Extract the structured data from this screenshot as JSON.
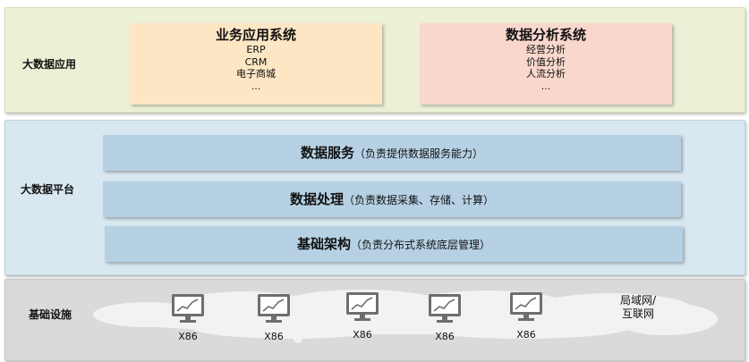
{
  "application_layer": {
    "label": "大数据应用",
    "business_system": {
      "title": "业务应用系统",
      "items": [
        "ERP",
        "CRM",
        "电子商城",
        "..."
      ]
    },
    "analysis_system": {
      "title": "数据分析系统",
      "items": [
        "经营分析",
        "价值分析",
        "人流分析",
        "..."
      ]
    }
  },
  "platform_layer": {
    "label": "大数据平台",
    "bars": [
      {
        "title": "数据服务",
        "desc": "（负责提供数据服务能力）"
      },
      {
        "title": "数据处理",
        "desc": "（负责数据采集、存储、计算）"
      },
      {
        "title": "基础架构",
        "desc": "（负责分布式系统底层管理）"
      }
    ]
  },
  "infrastructure_layer": {
    "label": "基础设施",
    "servers": [
      "X86",
      "X86",
      "X86",
      "X86",
      "X86"
    ],
    "network_label_line1": "局域网/",
    "network_label_line2": "互联网"
  },
  "colors": {
    "application_bg": "#ecf1d6",
    "business_box": "#fde6c4",
    "analysis_box": "#f9d7cd",
    "platform_bg": "#d8e7f0",
    "platform_bar": "#b6d1e4",
    "infra_bg": "#dadada",
    "cloud": "#f2f2f2",
    "server_icon": "#6e6e6e"
  }
}
